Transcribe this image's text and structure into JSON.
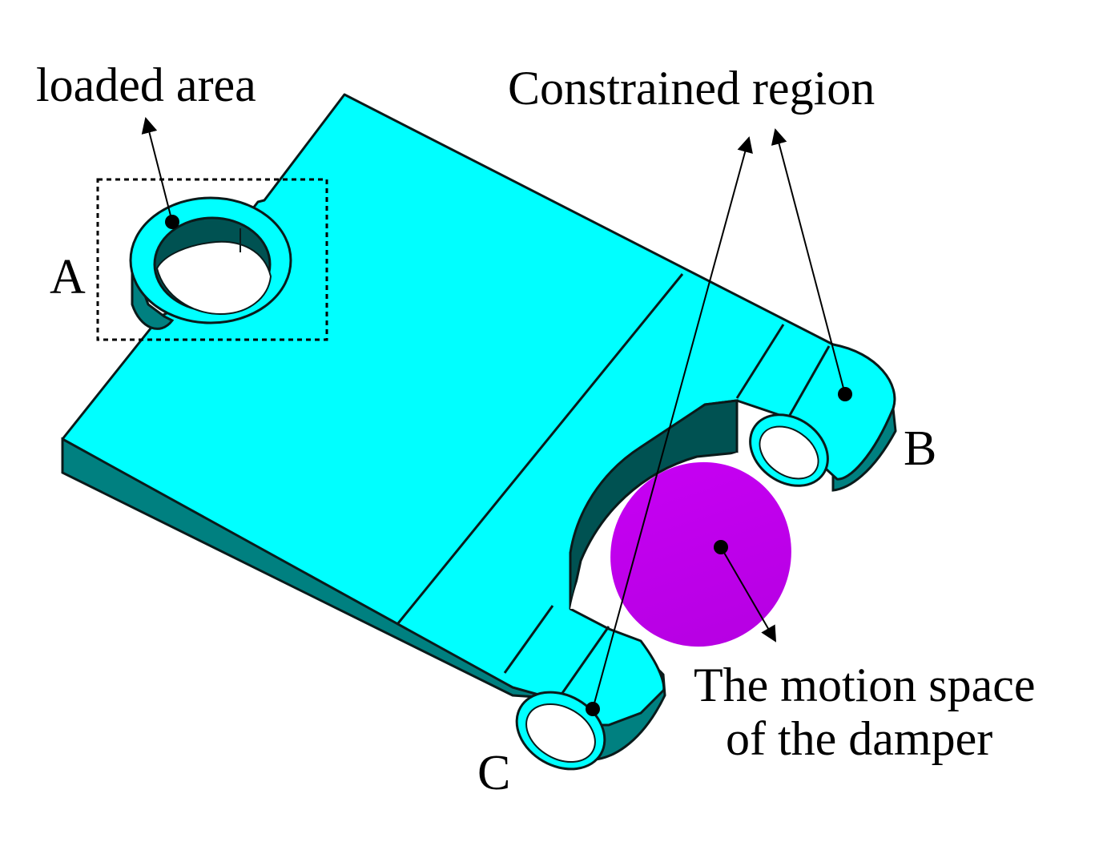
{
  "labels": {
    "loaded_area": "loaded area",
    "constrained_region": "Constrained region",
    "point_a": "A",
    "point_b": "B",
    "point_c": "C",
    "motion_space_line1": "The motion space",
    "motion_space_line2": "of the damper"
  },
  "colors": {
    "part_top": "#00FFFF",
    "part_side": "#008080",
    "part_dark": "#005252",
    "damper_space": "#C800F0",
    "edge": "#0a1a1a",
    "annotation": "#000000"
  }
}
